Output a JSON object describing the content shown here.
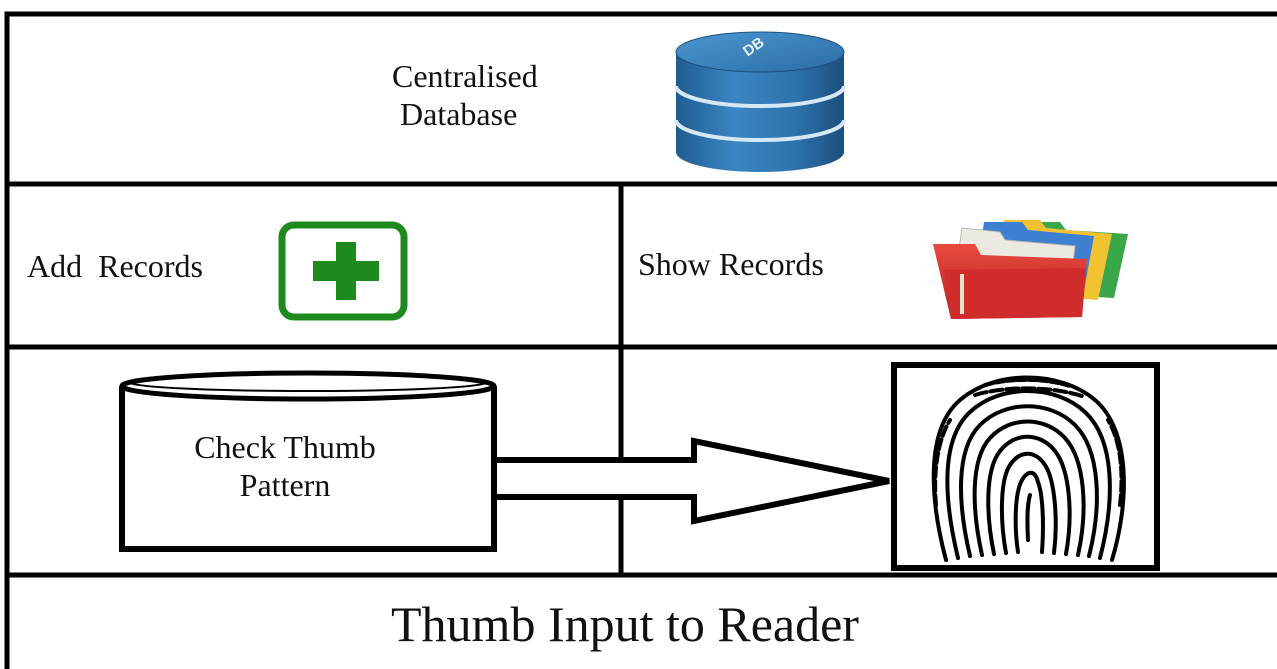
{
  "database_panel": {
    "label_line1": "Centralised",
    "label_line2": "Database",
    "icon_text": "DB",
    "icon": "database-cylinder-icon"
  },
  "add_records_panel": {
    "label": "Add  Records",
    "icon": "green-plus-icon"
  },
  "show_records_panel": {
    "label": "Show Records",
    "icon": "colored-folders-icon"
  },
  "check_panel": {
    "label_line1": "Check Thumb",
    "label_line2": "Pattern",
    "shape": "cylinder"
  },
  "fingerprint_panel": {
    "icon": "fingerprint-icon",
    "arrow": "hollow-arrow-pointing-right"
  },
  "footer": {
    "label": "Thumb Input to Reader"
  },
  "colors": {
    "db_blue": "#2f6fa6",
    "plus_green": "#1e8a1e",
    "folder_red": "#d42b2b"
  }
}
